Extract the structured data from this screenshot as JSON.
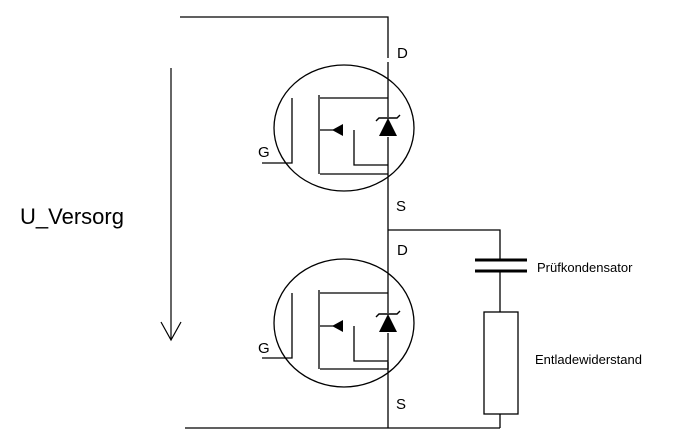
{
  "labels": {
    "supply": "U_Versorg",
    "upper_drain": "D",
    "upper_gate": "G",
    "upper_source": "S",
    "lower_drain": "D",
    "lower_gate": "G",
    "lower_source": "S",
    "capacitor": "Prüfkondensator",
    "resistor": "Entladewiderstand"
  }
}
